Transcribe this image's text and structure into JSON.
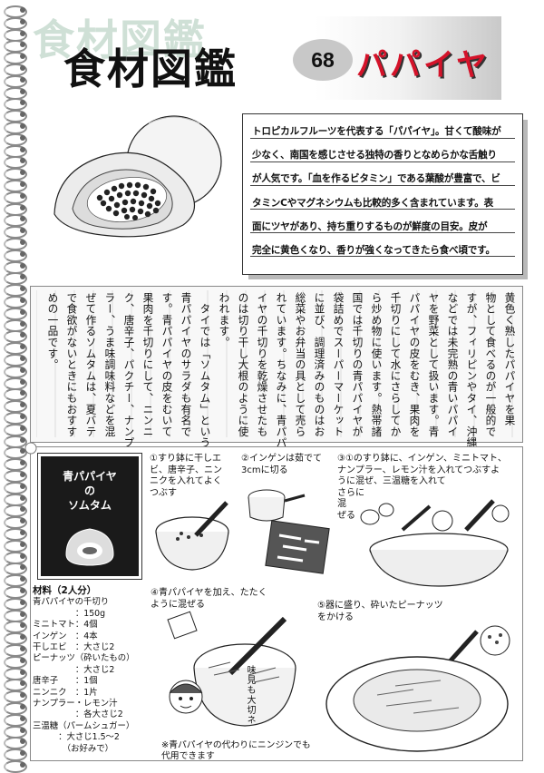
{
  "header": {
    "title": "食材図鑑",
    "title_shadow": "食材図鑑",
    "number": "68",
    "item_name": "パパイヤ",
    "accent_color": "#d4132a"
  },
  "intro_lines": [
    "トロピカルフルーツを代表する「パパイヤ」。甘くて酸味が",
    "少なく、南国を感じさせる独特の香りとなめらかな舌触り",
    "が人気です。「血を作るビタミン」である葉酸が豊富で、ビ",
    "タミンCやマグネシウムも比較的多く含まれています。表",
    "面にツヤがあり、持ち重りするものが鮮度の目安。皮が",
    "完全に黄色くなり、香りが強くなってきたら食べ頃です。"
  ],
  "vertical_columns": [
    "黄色く熟したパパイヤを果",
    "物として食べるのが一般的で",
    "すが、フィリピンやタイ、沖縄",
    "などでは未完熟の青いパパイ",
    "ヤを野菜として扱います。青",
    "パパイヤの皮をむき、果肉を",
    "千切りにして水にさらしてか",
    "ら炒め物に使います。熱帯諸",
    "国では千切りの青パパイヤが",
    "袋詰めでスーパーマーケット",
    "に並び、調理済みのものはお",
    "総菜やお弁当の具として売ら",
    "れています。ちなみに、青パパ",
    "イヤの千切りを乾燥させたも",
    "のは切り干し大根のように使",
    "われます。",
    "　タイでは「ソムタム」という",
    "青パパイヤのサラダも有名で",
    "す。青パパイヤの皮をむいて",
    "果肉を千切りにして、ニンニ",
    "ク、唐辛子、パクチー、ナンプ",
    "ラー、うま味調味料などを混",
    "ぜて作るソムタムは、夏バテ",
    "で食欲がないときにもおすす",
    "めの一品です。"
  ],
  "dish": {
    "title_line1": "青パパイヤ",
    "title_line2": "の",
    "title_line3": "ソムタム"
  },
  "ingredients": {
    "heading": "材料（2人分）",
    "rows": [
      "青パパイヤの千切り",
      "　　　　　：150g",
      "ミニトマト：4個",
      "インゲン　：4本",
      "干しエビ　：大さじ2",
      "ピーナッツ（砕いたもの）",
      "　　　　　：大さじ2",
      "唐辛子　　：1個",
      "ニンニク　：1片",
      "ナンプラー・レモン汁",
      "　　　　　：各大さじ2",
      "三温糖（パームシュガー）",
      "　　　：大さじ1.5～2",
      "　　　　（お好みで）"
    ]
  },
  "steps": {
    "s1": [
      "①すり鉢に干しエ",
      "ビ、唐辛子、ニン",
      "ニクを入れてよく",
      "つぶす"
    ],
    "s2": [
      "②インゲンは茹でて",
      "3cmに切る"
    ],
    "s3": [
      "③①のすり鉢に、インゲン、ミニトマト、",
      "ナンプラー、レモン汁を入れてつぶすよ",
      "うに混ぜ、三温糖を入れて",
      "さらに",
      "混",
      "ぜる"
    ],
    "s4": [
      "④青パパイヤを加え、たたく",
      "ように混ぜる"
    ],
    "s5": [
      "⑤器に盛り、砕いたピーナッツ",
      "をかける"
    ]
  },
  "side_note": "味見も大切ネ",
  "footnote": [
    "※青パパイヤの代わりにニンジンでも",
    "代用できます"
  ]
}
